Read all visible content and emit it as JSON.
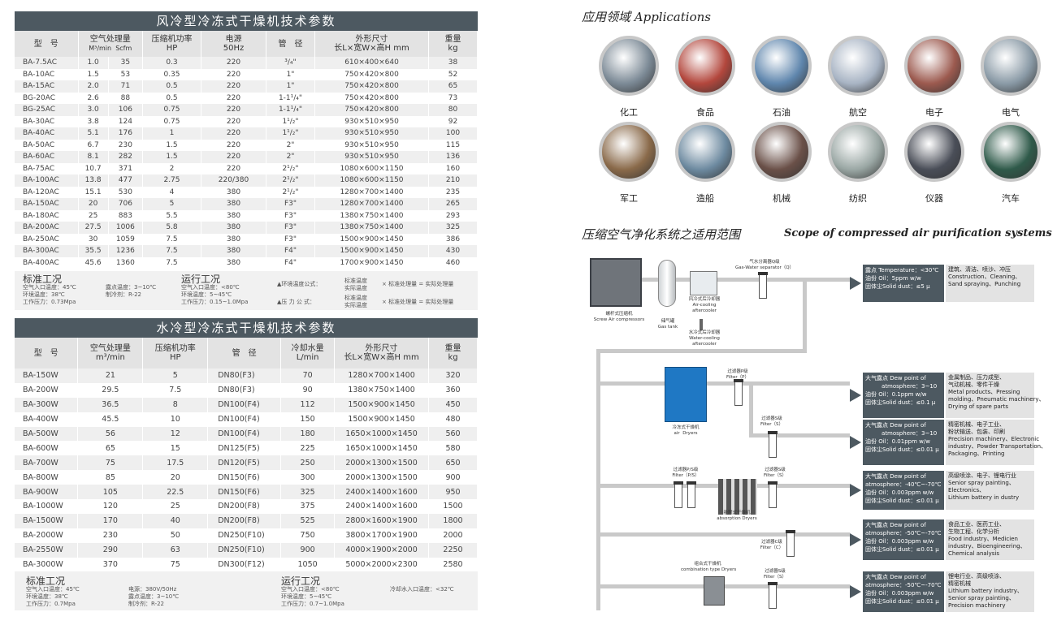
{
  "air_table": {
    "title": "风冷型冷冻式干燥机技术参数",
    "headers": {
      "model": "型　号",
      "flow": "空气处理量",
      "flow_unit1": "M³/min",
      "flow_unit2": "Scfm",
      "power": "压缩机功率",
      "power_unit": "HP",
      "supply": "电源",
      "supply_unit": "50Hz",
      "pipe": "管　径",
      "size": "外形尺寸",
      "size_unit": "长L×宽W×高H mm",
      "weight": "重量",
      "weight_unit": "kg"
    },
    "rows": [
      [
        "BA-7.5AC",
        "1.0",
        "35",
        "0.3",
        "220",
        "³/₄\"",
        "610×400×640",
        "38"
      ],
      [
        "BA-10AC",
        "1.5",
        "53",
        "0.35",
        "220",
        "1\"",
        "750×420×800",
        "52"
      ],
      [
        "BA-15AC",
        "2.0",
        "71",
        "0.5",
        "220",
        "1\"",
        "750×420×800",
        "65"
      ],
      [
        "BG-20AC",
        "2.6",
        "88",
        "0.5",
        "220",
        "1-1¹/₄\"",
        "750×420×800",
        "73"
      ],
      [
        "BG-25AC",
        "3.0",
        "106",
        "0.75",
        "220",
        "1-1¹/₄\"",
        "750×420×800",
        "80"
      ],
      [
        "BA-30AC",
        "3.8",
        "124",
        "0.75",
        "220",
        "1¹/₂\"",
        "930×510×950",
        "92"
      ],
      [
        "BA-40AC",
        "5.1",
        "176",
        "1",
        "220",
        "1¹/₂\"",
        "930×510×950",
        "100"
      ],
      [
        "BA-50AC",
        "6.7",
        "230",
        "1.5",
        "220",
        "2\"",
        "930×510×950",
        "115"
      ],
      [
        "BA-60AC",
        "8.1",
        "282",
        "1.5",
        "220",
        "2\"",
        "930×510×950",
        "136"
      ],
      [
        "BA-75AC",
        "10.7",
        "371",
        "2",
        "220",
        "2¹/₂\"",
        "1080×600×1150",
        "160"
      ],
      [
        "BA-100AC",
        "13.8",
        "477",
        "2.75",
        "220/380",
        "2¹/₂\"",
        "1080×600×1150",
        "210"
      ],
      [
        "BA-120AC",
        "15.1",
        "530",
        "4",
        "380",
        "2¹/₂\"",
        "1280×700×1400",
        "235"
      ],
      [
        "BA-150AC",
        "20",
        "706",
        "5",
        "380",
        "F3\"",
        "1280×700×1400",
        "265"
      ],
      [
        "BA-180AC",
        "25",
        "883",
        "5.5",
        "380",
        "F3\"",
        "1380×750×1400",
        "293"
      ],
      [
        "BA-200AC",
        "27.5",
        "1006",
        "5.8",
        "380",
        "F3\"",
        "1380×750×1400",
        "325"
      ],
      [
        "BA-250AC",
        "30",
        "1059",
        "7.5",
        "380",
        "F3\"",
        "1500×900×1450",
        "386"
      ],
      [
        "BA-300AC",
        "35.5",
        "1236",
        "7.5",
        "380",
        "F4\"",
        "1500×900×1450",
        "430"
      ],
      [
        "BA-400AC",
        "45.6",
        "1360",
        "7.5",
        "380",
        "F4\"",
        "1700×900×1450",
        "460"
      ]
    ],
    "conditions": {
      "std_title": "标准工况",
      "std_left": "空气入口温度：45℃\n环境温度：38℃\n工作压力：0.73Mpa",
      "std_right": "露点温度：3~10℃\n制冷剂：R-22",
      "run_title": "运行工况",
      "run_text": "空气入口温度：<80℃\n环境温度：5~45℃\n工作压力：0.15~1.0Mpa",
      "formula1_label": "▲环境温度公式：",
      "formula2_label": "▲压 力 公 式：",
      "formula_stack": "标准温度\n实际温度",
      "formula_result": "× 标准处理量 = 实际处理量"
    }
  },
  "water_table": {
    "title": "水冷型冷冻式干燥机技术参数",
    "headers": {
      "model": "型　号",
      "flow": "空气处理量",
      "flow_unit": "m³/min",
      "power": "压缩机功率",
      "power_unit": "HP",
      "pipe": "管　径",
      "water": "冷却水量",
      "water_unit": "L/min",
      "size": "外形尺寸",
      "size_unit": "长L×宽W×高H mm",
      "weight": "重量",
      "weight_unit": "kg"
    },
    "rows": [
      [
        "BA-150W",
        "21",
        "5",
        "DN80(F3)",
        "70",
        "1280×700×1400",
        "320"
      ],
      [
        "BA-200W",
        "29.5",
        "7.5",
        "DN80(F3)",
        "90",
        "1380×750×1400",
        "360"
      ],
      [
        "BA-300W",
        "36.5",
        "8",
        "DN100(F4)",
        "112",
        "1500×900×1450",
        "450"
      ],
      [
        "BA-400W",
        "45.5",
        "10",
        "DN100(F4)",
        "150",
        "1500×900×1450",
        "480"
      ],
      [
        "BA-500W",
        "56",
        "12",
        "DN100(F4)",
        "180",
        "1650×1000×1450",
        "560"
      ],
      [
        "BA-600W",
        "65",
        "15",
        "DN125(F5)",
        "225",
        "1650×1000×1450",
        "580"
      ],
      [
        "BA-700W",
        "75",
        "17.5",
        "DN120(F5)",
        "250",
        "2000×1300×1500",
        "650"
      ],
      [
        "BA-800W",
        "85",
        "20",
        "DN150(F6)",
        "300",
        "2000×1300×1500",
        "900"
      ],
      [
        "BA-900W",
        "105",
        "22.5",
        "DN150(F6)",
        "325",
        "2400×1400×1600",
        "950"
      ],
      [
        "BA-1000W",
        "120",
        "25",
        "DN200(F8)",
        "375",
        "2400×1400×1600",
        "1500"
      ],
      [
        "BA-1500W",
        "170",
        "40",
        "DN200(F8)",
        "525",
        "2800×1600×1900",
        "1800"
      ],
      [
        "BA-2000W",
        "230",
        "50",
        "DN250(F10)",
        "750",
        "3800×1700×1900",
        "2000"
      ],
      [
        "BA-2550W",
        "290",
        "63",
        "DN250(F10)",
        "900",
        "4000×1900×2000",
        "2250"
      ],
      [
        "BA-3000W",
        "370",
        "75",
        "DN300(F12)",
        "1050",
        "5000×2000×2300",
        "2580"
      ]
    ],
    "conditions": {
      "std_title": "标准工况",
      "std_left": "空气入口温度：45℃\n环境温度：38℃\n工作压力：0.7Mpa",
      "std_mid": "电源：380V/50Hz\n露点温度：3~10℃\n制冷剂：R-22",
      "run_title": "运行工况",
      "run_text": "空气入口温度：<80℃\n环境温度：5~45℃\n工作压力：0.7~1.0Mpa",
      "water_temp": "冷却水入口温度：<32℃"
    }
  },
  "applications": {
    "title": "应用领域 Applications",
    "items": [
      {
        "label": "化工",
        "color": "#7c8a96"
      },
      {
        "label": "食品",
        "color": "#b3473d"
      },
      {
        "label": "石油",
        "color": "#5f86ad"
      },
      {
        "label": "航空",
        "color": "#a8b4c4"
      },
      {
        "label": "电子",
        "color": "#9c5a4f"
      },
      {
        "label": "电气",
        "color": "#8a9aa6"
      },
      {
        "label": "军工",
        "color": "#8a6a4a"
      },
      {
        "label": "造船",
        "color": "#6d8aa0"
      },
      {
        "label": "机械",
        "color": "#6a5048"
      },
      {
        "label": "纺织",
        "color": "#9aa7a4"
      },
      {
        "label": "仪器",
        "color": "#4a4e58"
      },
      {
        "label": "汽车",
        "color": "#2f5a4a"
      }
    ]
  },
  "scope": {
    "title_cn": "压缩空气净化系统之适用范围",
    "title_en": "Scope of compressed air purification systems",
    "equipment": {
      "compressor": "螺杆式压缩机\nScrew Air compressors",
      "tank": "储气罐\nGas tank",
      "air_cooler": "风冷式后冷却器\nAir-cooling\naftercooler",
      "water_cooler": "水冷式后冷却器\nWater-cooling\naftercooler",
      "separator": "气水分离器Q级\nGas-Water separator（Q）",
      "dryer": "冷冻式干燥机\nair  Dryers",
      "filter_p": "过滤器P级\nFilter（P）",
      "filter_s1": "过滤器S级\nFilter（S）",
      "filter_ps": "过滤器P/S级\nFilter（P/S）",
      "filter_s2": "过滤器S级\nFilter（S）",
      "absorption": "吸附式干燥机\nabsorption Dryers",
      "filter_c": "过滤器C级\nFilter（C）",
      "combination": "组合式干燥机\ncombination type Dryers",
      "filter_s3": "过滤器S级\nFilter（S）"
    },
    "levels": [
      {
        "spec": "露点 Temperature：<30℃\n油份 Oil：5ppm w/w\n固体尘Solid dust：≤5 μ",
        "use": "建筑、清洁、喷沙、冲压\nConstruction、Cleaning、\nSand spraying、Punching"
      },
      {
        "spec": "大气露点 Dew point of\n         atmosphere：3~10\n油份 Oil：0.1ppm w/w\n固体尘Solid dust：≤0.1 μ",
        "use": "金属制品、压力成型、\n气动机械、零件干燥\nMetal products、Pressing\nmolding、Pneumatic machinery、\nDrying of spare parts"
      },
      {
        "spec": "大气露点 Dew point of\n         atmosphere：3~10\n油份 Oil：0.01ppm w/w\n固体尘Solid dust：≤0.01 μ",
        "use": "精密机械、电子工业、\n粉状输送、包装、印刷\nPrecision machinery、Electronic\nindustry、Powder Transportation、\nPackaging、Printing"
      },
      {
        "spec": "大气露点 Dew point of\natmosphere：-40℃~-70℃\n油份 Oil：0.003ppm w/w\n固体尘Solid dust：≤0.01 μ",
        "use": "高级喷涂、电子、锂电行业\nSenior spray painting、\nElectronics、\nLithium battery in dustry"
      },
      {
        "spec": "大气露点 Dew point of\natmosphere：-50℃~-70℃\n油份 Oil：0.003ppm w/w\n固体尘Solid dust：≤0.01 μ",
        "use": "食品工业、医药工业、\n生物工程、化学分析\nFood industry、Medicien\nindustry、Bioengineering、\nChemical analysis"
      },
      {
        "spec": "大气露点 Dew point of\natmosphere：-50℃~-70℃\n油份 Oil：0.003ppm w/w\n固体尘Solid dust：≤0.01 μ",
        "use": "锂电行业、高级喷涂、\n精密机械\nLithium battery industry、\nSenior spray painting、\nPrecision machinery"
      }
    ]
  }
}
